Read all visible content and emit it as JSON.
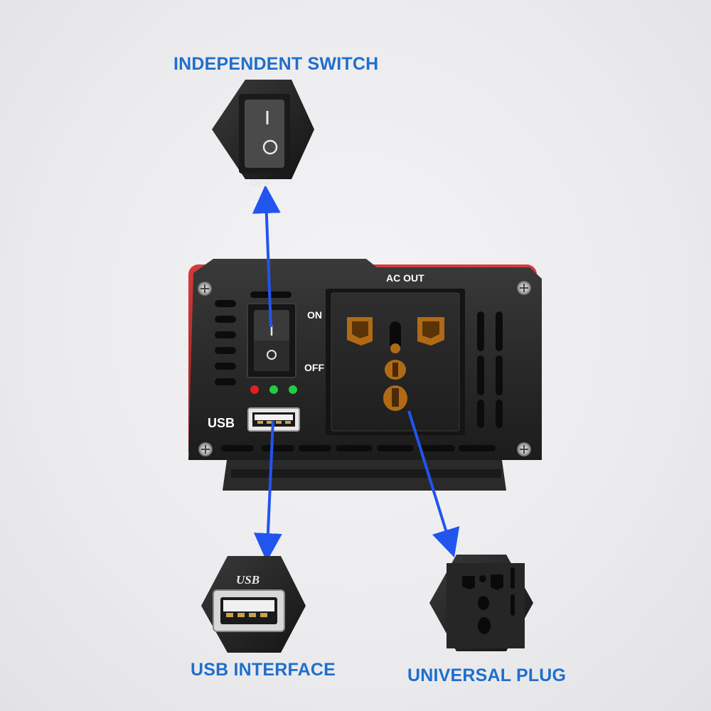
{
  "callouts": {
    "switch": "INDEPENDENT SWITCH",
    "usb": "USB INTERFACE",
    "plug": "UNIVERSAL PLUG"
  },
  "panel": {
    "ac_out": "AC OUT",
    "on": "ON",
    "off": "OFF",
    "usb": "USB"
  },
  "zoom": {
    "switch_off_text": "OFF",
    "usb_text": "USB"
  },
  "indicator_colors": [
    "#e02020",
    "#22cc44",
    "#22cc44"
  ],
  "accent_color": "#1f6fcc",
  "arrow_color": "#2255ee"
}
